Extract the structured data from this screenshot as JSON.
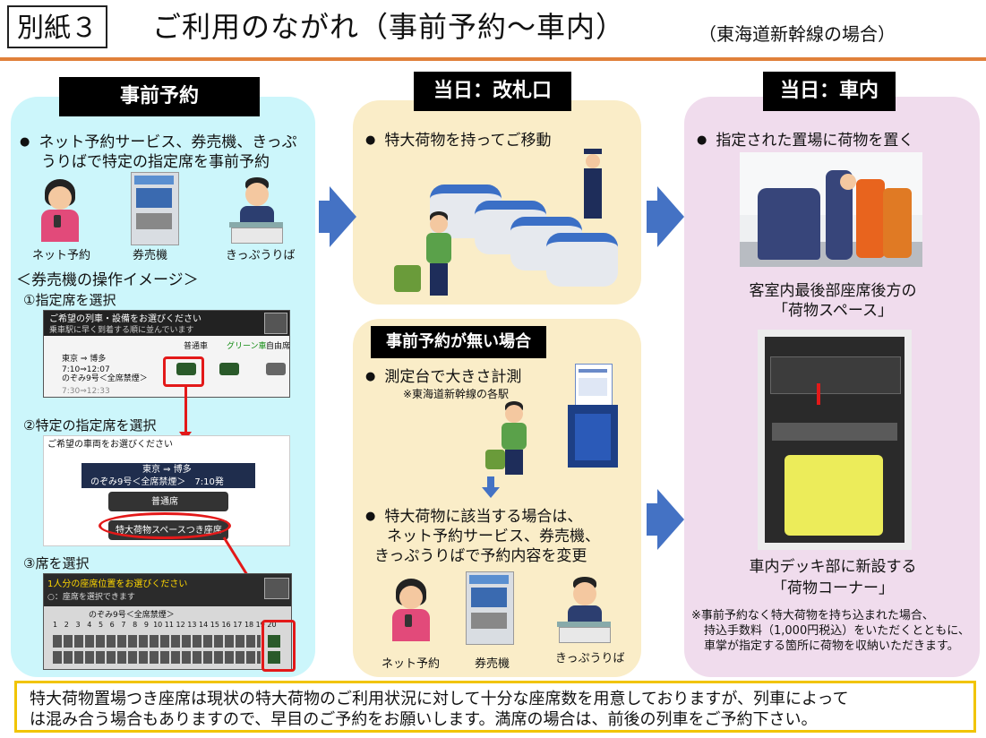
{
  "header": {
    "tag": "別紙３",
    "title": "ご利用のながれ（事前予約〜車内）",
    "subtitle": "（東海道新幹線の場合）"
  },
  "left": {
    "heading": "事前予約",
    "bullet_line1": "ネット予約サービス、券売機、きっぷ",
    "bullet_line2": "うりばで特定の指定席を事前予約",
    "icons": [
      {
        "label": "ネット予約",
        "icon": "smartphone-user-icon"
      },
      {
        "label": "券売機",
        "icon": "ticket-machine-icon"
      },
      {
        "label": "きっぷうりば",
        "icon": "ticket-counter-icon"
      }
    ],
    "ops_title": "＜券売機の操作イメージ＞",
    "step1": "①指定席を選択",
    "step2": "②特定の指定席を選択",
    "step3": "③席を選択",
    "screen1": {
      "title": "ご希望の列車・設備をお選びください",
      "sub": "乗車駅に早く到着する順に並んでいます",
      "col1": "普通車",
      "col2": "グリーン車",
      "col3": "自由席",
      "route": "東京 ⇒ 博多",
      "time1": "7:10⇒12:07",
      "train1": "のぞみ9号＜全席禁煙＞",
      "time2": "7:30⇒12:33"
    },
    "screen2": {
      "title": "ご希望の車両をお選びください",
      "route": "東京 ⇒ 博多",
      "train": "のぞみ9号＜全席禁煙＞　7:10発",
      "btn1": "普通席",
      "btn2": "特大荷物スペースつき座席"
    },
    "screen3": {
      "title": "1人分の座席位置をお選びください",
      "sub": "○：座席を選択できます",
      "train": "のぞみ9号＜全席禁煙＞",
      "seat_numbers": [
        "1",
        "2",
        "3",
        "4",
        "5",
        "6",
        "7",
        "8",
        "9",
        "10",
        "11",
        "12",
        "13",
        "14",
        "15",
        "16",
        "17",
        "18",
        "19",
        "20"
      ]
    }
  },
  "mid_top": {
    "heading": "当日：改札口",
    "bullet": "特大荷物を持ってご移動"
  },
  "mid_bottom": {
    "heading": "事前予約が無い場合",
    "bullet1": "測定台で大きさ計測",
    "note1": "※東海道新幹線の各駅",
    "bullet2_line1": "特大荷物に該当する場合は、",
    "bullet2_line2": "ネット予約サービス、券売機、",
    "bullet2_line3": "きっぷうりばで予約内容を変更",
    "icons": [
      {
        "label": "ネット予約",
        "icon": "smartphone-user-icon"
      },
      {
        "label": "券売機",
        "icon": "ticket-machine-icon"
      },
      {
        "label": "きっぷうりば",
        "icon": "ticket-counter-icon"
      }
    ]
  },
  "right": {
    "heading": "当日：車内",
    "bullet": "指定された置場に荷物を置く",
    "caption1_line1": "客室内最後部座席後方の",
    "caption1_line2": "「荷物スペース」",
    "caption2_line1": "車内デッキ部に新設する",
    "caption2_line2": "「荷物コーナー」",
    "note_line1": "※事前予約なく特大荷物を持ち込まれた場合、",
    "note_line2": "持込手数料（1,000円税込）をいただくとともに、",
    "note_line3": "車掌が指定する箇所に荷物を収納いただきます。"
  },
  "footer": {
    "line1": "特大荷物置場つき座席は現状の特大荷物のご利用状況に対して十分な座席数を用意しておりますが、列車によって",
    "line2": "は混み合う場合もありますので、早目のご予約をお願いします。満席の場合は、前後の列車をご予約下さい。"
  },
  "colors": {
    "rule": "#e0803a",
    "left_panel": "#ccf6fb",
    "mid_panel": "#faedc8",
    "right_panel": "#f0dced",
    "arrow": "#4472c4",
    "highlight": "#e31919",
    "footer_border": "#f1c400"
  }
}
